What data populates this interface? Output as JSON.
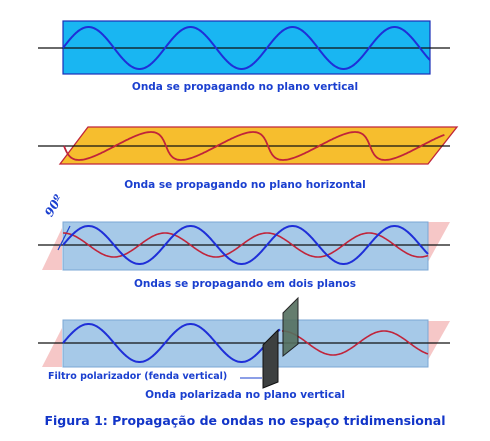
{
  "captions": {
    "panel1": "Onda se propagando no plano vertical",
    "panel2": "Onda se propagando no plano horizontal",
    "panel3": "Ondas se propagando em dois planos",
    "panel4": "Onda polarizada no plano vertical",
    "figure": "Figura 1: Propagação de ondas no espaço tridimensional"
  },
  "labels": {
    "angle": "90º",
    "filter": "Filtro polarizador (fenda vertical)"
  },
  "colors": {
    "vertical_plane": "#19b6f2",
    "horizontal_plane": "#f6be2e",
    "light_plane": "#a6c9e8",
    "pink_plane": "#f6c7c7",
    "wave_blue": "#1f2fd8",
    "wave_red": "#c0243a",
    "caption": "#1a3fcf"
  }
}
